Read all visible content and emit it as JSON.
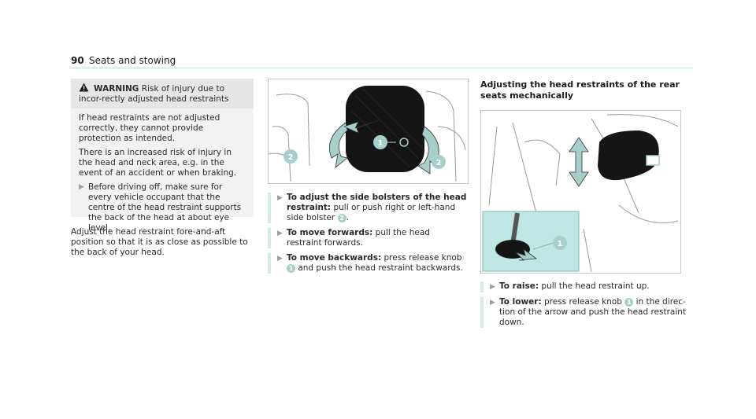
{
  "header": {
    "page_number": "90",
    "section_title": "Seats and stowing"
  },
  "warning": {
    "label": "WARNING",
    "lead": "Risk of injury due to incor-rectly adjusted head restraints",
    "para1": "If head restraints are not adjusted correctly, they cannot provide protection as intended.",
    "para2": "There is an increased risk of injury in the head and neck area, e.g. in the event of an accident or when braking.",
    "bullet": "Before driving off, make sure for every vehicle occupant that the centre of the head restraint supports the back of the head at about eye level."
  },
  "left_para": "Adjust the head restraint fore-and-aft position so that it is as close as possible to the back of your head.",
  "middle": {
    "figure": {
      "callout_1": "1",
      "callout_2": "2"
    },
    "steps": [
      {
        "bold": "To adjust the side bolsters of the head restraint:",
        "text": "pull or push right or left-hand side bolster",
        "knob": "2",
        "tail": "."
      },
      {
        "bold": "To move forwards:",
        "text": "pull the head restraint forwards.",
        "knob": "",
        "tail": ""
      },
      {
        "bold": "To move backwards:",
        "text": "press release knob",
        "knob": "1",
        "tail": "and push the head restraint backwards."
      }
    ]
  },
  "right": {
    "title": "Adjusting the head restraints of the rear seats mechanically",
    "figure": {
      "callout_1": "1"
    },
    "steps": [
      {
        "bold": "To raise:",
        "text": "pull the head restraint up.",
        "knob": "",
        "tail": ""
      },
      {
        "bold": "To lower:",
        "text": "press release knob",
        "knob": "1",
        "tail": "in the direc-tion of the arrow and push the head restraint down."
      }
    ]
  },
  "colors": {
    "accent": "#a6cfc9",
    "rule": "#bfe3df",
    "warning_bg": "#f2f2f2"
  }
}
